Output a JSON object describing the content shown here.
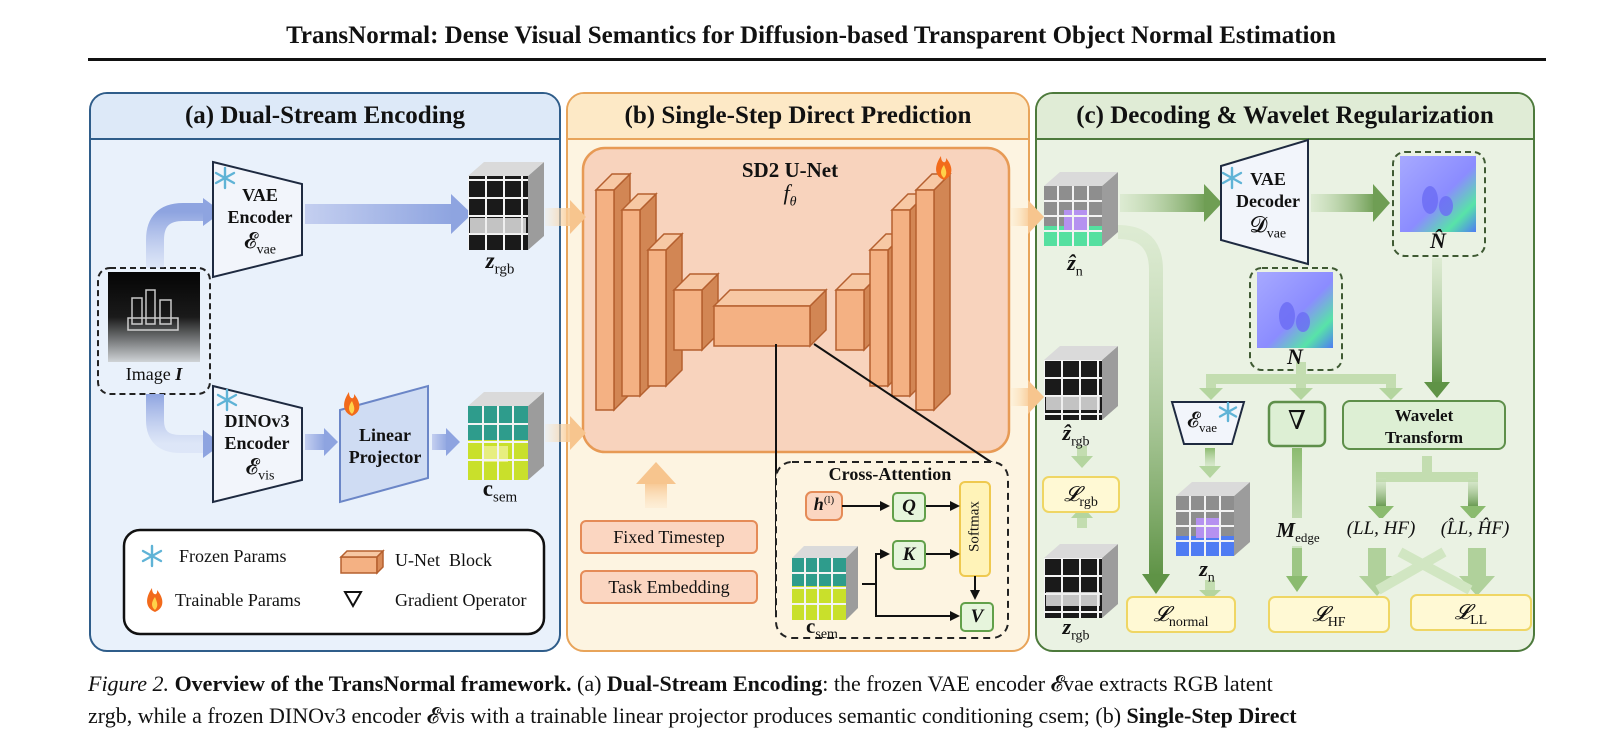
{
  "title": "TransNormal: Dense Visual Semantics for Diffusion-based Transparent Object Normal Estimation",
  "panels": {
    "a": {
      "title": "(a) Dual-Stream Encoding"
    },
    "b": {
      "title": "(b) Single-Step Direct Prediction"
    },
    "c": {
      "title": "(c) Decoding & Wavelet Regularization"
    }
  },
  "labels": {
    "image_word": "Image",
    "image_sym": "I",
    "vae_enc_line1": "VAE",
    "vae_enc_line2": "Encoder",
    "vae_enc_sym": "𝓔",
    "vae_sub": "vae",
    "dino_line1": "DINOv3",
    "dino_line2": "Encoder",
    "dino_sym": "𝓔",
    "vis_sub": "vis",
    "proj_line1": "Linear",
    "proj_line2": "Projector",
    "z_sym": "z",
    "rgb_sub": "rgb",
    "c_sym": "c",
    "sem_sub": "sem",
    "unet_title": "SD2 U-Net",
    "unet_sym": "f",
    "theta_sub": "θ",
    "fixed_timestep": "Fixed Timestep",
    "task_embedding": "Task Embedding",
    "cross_attention": "Cross-Attention",
    "h_sym": "h",
    "h_sup": "(l)",
    "q": "Q",
    "k": "K",
    "v": "V",
    "softmax": "Softmax",
    "zhat_sym": "ẑ",
    "n_sub": "n",
    "vae_dec_line1": "VAE",
    "vae_dec_line2": "Decoder",
    "dec_sym": "𝓓",
    "nhat": "N̂",
    "n_gt": "N",
    "nabla": "∇",
    "wavelet_line1": "Wavelet",
    "wavelet_line2": "Transform",
    "m_sym": "M",
    "edge_sub": "edge",
    "llhf": "(LL, HF)",
    "llhf_hat": "(L̂L, ĤF)",
    "loss_sym": "𝓛",
    "normal_sub": "normal",
    "hf_sub": "HF",
    "ll_sub": "LL"
  },
  "legend": {
    "frozen": "Frozen Params",
    "trainable": "Trainable Params",
    "unet_block": "U-Net  Block",
    "gradient": "Gradient Operator"
  },
  "caption": {
    "fig": "Figure 2.",
    "heading": "Overview of the TransNormal framework.",
    "a_pre": "(a) ",
    "a_bold": "Dual-Stream Encoding",
    "line1_rest": ": the frozen VAE encoder 𝓔vae extracts RGB latent",
    "line2": "zrgb, while a frozen DINOv3 encoder 𝓔vis with a trainable linear projector produces semantic conditioning csem; (b)",
    "b_bold": "Single-Step Direct"
  },
  "colors": {
    "panel_a_border": "#2f5d8a",
    "panel_a_fill": "#e9f1fb",
    "panel_b_border": "#e8a45a",
    "panel_b_fill": "#fdf4e1",
    "panel_c_border": "#4d7a3c",
    "panel_c_fill": "#eaf2e3",
    "unet_block": "#f4b183",
    "arrow_blue": "#8ea4e0",
    "arrow_green": "#6f9e54",
    "loss_border": "#efd664"
  },
  "icons": [
    "snowflake-icon",
    "flame-icon",
    "unet-block-icon",
    "nabla-icon"
  ]
}
